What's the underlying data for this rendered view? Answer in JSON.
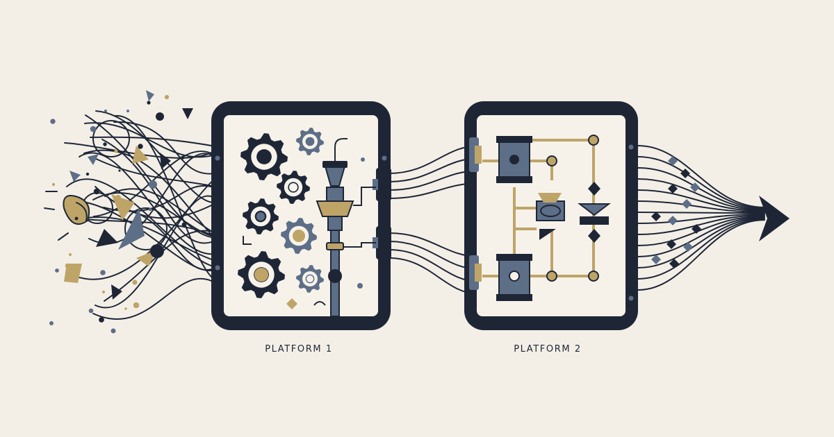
{
  "diagram": {
    "platforms": [
      {
        "id": "p1",
        "label": "PLATFORM 1"
      },
      {
        "id": "p2",
        "label": "PLATFORM 2"
      }
    ],
    "colors": {
      "background": "#f3efe7",
      "navy": "#1e2636",
      "slate": "#5d6e87",
      "gold": "#bfa468",
      "panel": "#f6f2ea"
    },
    "icons": [
      "gear-icon",
      "funnel-icon",
      "pipe-valve-icon",
      "diamond-icon",
      "arrow-icon"
    ]
  }
}
